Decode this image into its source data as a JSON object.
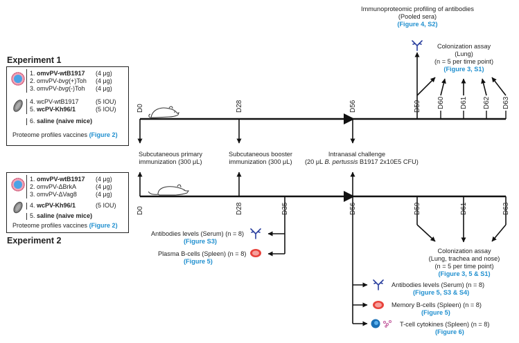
{
  "exp1": {
    "title": "Experiment 1",
    "items": [
      {
        "num": "1.",
        "pre": "omvPV-wtB1917",
        "sub": "",
        "post": "",
        "bold": true,
        "dose": "(4 μg)"
      },
      {
        "num": "2.",
        "pre": "omvPV-",
        "sub": "bvg",
        "post": "(+)Toh",
        "bold": false,
        "dose": "(4 μg)"
      },
      {
        "num": "3.",
        "pre": "omvPV-",
        "sub": "bvg",
        "post": "(-)Toh",
        "bold": false,
        "dose": "(4 μg)"
      },
      {
        "num": "4.",
        "pre": "wcPV-wtB1917",
        "sub": "",
        "post": "",
        "bold": false,
        "dose": "(5 IOU)"
      },
      {
        "num": "5.",
        "pre": "wcPV-Kh96/1",
        "sub": "",
        "post": "",
        "bold": true,
        "dose": "(5 IOU)"
      },
      {
        "num": "6.",
        "pre": "saline (naive mice)",
        "sub": "",
        "post": "",
        "bold": true,
        "dose": ""
      }
    ],
    "proteome": "Proteome profiles vaccines ",
    "proteome_link": "(Figure 2)",
    "days": [
      "D0",
      "D28",
      "D56",
      "D59",
      "D60",
      "D61",
      "D62",
      "D63"
    ]
  },
  "exp2": {
    "title": "Experiment 2",
    "items": [
      {
        "num": "1.",
        "pre": "omvPV-wtB1917",
        "bold": true,
        "dose": "(4 μg)"
      },
      {
        "num": "2.",
        "pre": "omvPV-ΔBrkA",
        "bold": false,
        "dose": "(4 μg)"
      },
      {
        "num": "3.",
        "pre": "omvPV-ΔVag8",
        "bold": false,
        "dose": "(4 μg)"
      },
      {
        "num": "4.",
        "pre": "wcPV-Kh96/1",
        "bold": true,
        "dose": "(5 IOU)"
      },
      {
        "num": "5.",
        "pre": "saline (naive mice)",
        "bold": true,
        "dose": ""
      }
    ],
    "proteome": "Proteome profiles vaccines ",
    "proteome_link": "(Figure 2)",
    "days": [
      "D0",
      "D28",
      "D35",
      "D56",
      "D59",
      "D61",
      "D63"
    ]
  },
  "middle": {
    "prim1": "Subcutaneous primary",
    "prim2": "immunization (300 μL)",
    "boost1": "Subcutaneous booster",
    "boost2": "immunization (300 μL)",
    "chal1": "Intranasal challenge",
    "chal2_a": "(20 μL ",
    "chal2_i": "B. pertussis",
    "chal2_b": " B1917 2x10E5 CFU)"
  },
  "top": {
    "immuno1": "Immunoproteomic profiling of antibodies",
    "immuno2": "(Pooled sera)",
    "immuno_link": "(Figure 4, S2)",
    "colon1": "Colonization assay",
    "colon2": "(Lung)",
    "colon3": "(n = 5 per time point)",
    "colon_link": "(Figure 3, S1)"
  },
  "bottom": {
    "ab_serum": "Antibodies levels (Serum) (n = 8)",
    "ab_serum_link": "(Figure S3)",
    "plasma": "Plasma B-cells (Spleen) (n = 8)",
    "plasma_link": "(Figure 5)",
    "colon1": "Colonization assay",
    "colon2": "(Lung, trachea and nose)",
    "colon3": "(n = 5 per time point)",
    "colon_link": "(Figure 3, 5 & S1)",
    "ab2": "Antibodies levels (Serum) (n = 8)",
    "ab2_link": "(Figure 5, S3 & S4)",
    "mem": "Memory B-cells (Spleen) (n = 8)",
    "mem_link": "(Figure 5)",
    "tcell": "T-cell cytokines (Spleen) (n = 8)",
    "tcell_link": "(Figure 6)"
  }
}
